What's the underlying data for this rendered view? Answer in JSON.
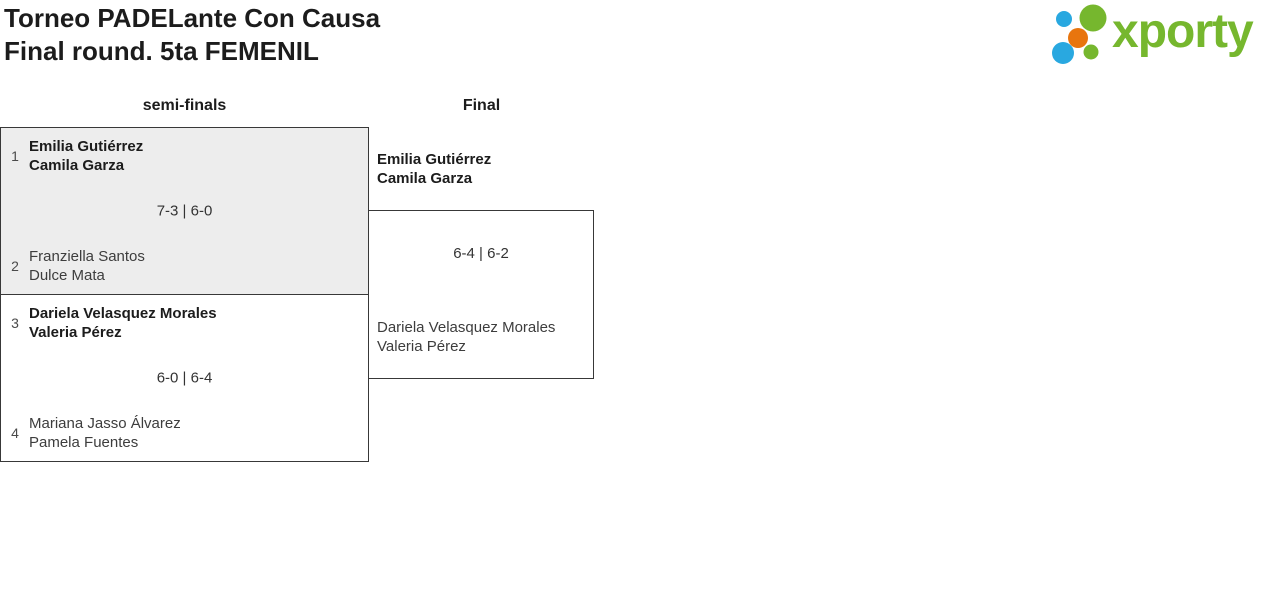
{
  "header": {
    "title_line1": "Torneo PADELante Con Causa",
    "title_line2": "Final round. 5ta FEMENIL"
  },
  "logo": {
    "wordmark": "xporty",
    "brand_green": "#76b72e",
    "brand_blue": "#29a8e0",
    "brand_orange": "#e8750e"
  },
  "rounds": {
    "semifinals_label": "semi-finals",
    "final_label": "Final"
  },
  "matches": {
    "sf1": {
      "score": "7-3 | 6-0",
      "team1": {
        "seed": "1",
        "player1": "Emilia Gutiérrez",
        "player2": "Camila Garza"
      },
      "team2": {
        "seed": "2",
        "player1": "Franziella Santos",
        "player2": "Dulce Mata"
      }
    },
    "sf2": {
      "score": "6-0 | 6-4",
      "team1": {
        "seed": "3",
        "player1": "Dariela Velasquez Morales",
        "player2": "Valeria Pérez"
      },
      "team2": {
        "seed": "4",
        "player1": "Mariana Jasso Álvarez",
        "player2": "Pamela Fuentes"
      }
    },
    "final": {
      "score": "6-4 | 6-2",
      "team1": {
        "player1": "Emilia Gutiérrez",
        "player2": "Camila Garza"
      },
      "team2": {
        "player1": "Dariela Velasquez Morales",
        "player2": "Valeria Pérez"
      }
    }
  }
}
